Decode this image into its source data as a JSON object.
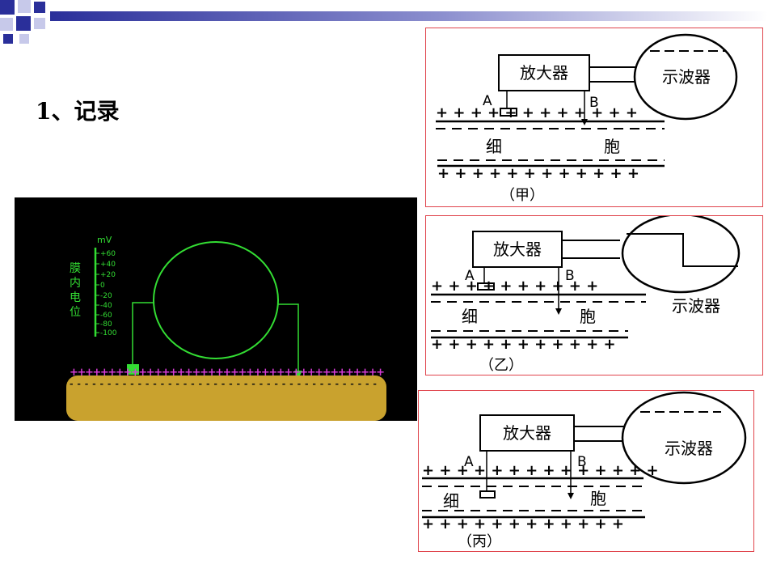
{
  "slide": {
    "title": "1、记录"
  },
  "animation": {
    "unit": "mV",
    "axis_label": [
      "膜",
      "内",
      "电",
      "位"
    ],
    "ticks": [
      "+60",
      "+40",
      "+20",
      "0",
      "-20",
      "-40",
      "-60",
      "-80",
      "-100"
    ],
    "charge_top": "+ + + + + + + + + + + + + + + + + + + + + + + + + + + + + + + + + + + + + + + + +",
    "charge_inner": "- - - - - - - - - - - - - - - - - - - - - - - - - - - - - - - - - - - - - - - - -"
  },
  "panels": [
    {
      "amplifier": "放大器",
      "oscilloscope": "示波器",
      "electrode_a": "A",
      "electrode_b": "B",
      "cell_left": "细",
      "cell_right": "胞",
      "caption": "（甲）"
    },
    {
      "amplifier": "放大器",
      "oscilloscope": "示波器",
      "electrode_a": "A",
      "electrode_b": "B",
      "cell_left": "细",
      "cell_right": "胞",
      "caption": "（乙）"
    },
    {
      "amplifier": "放大器",
      "oscilloscope": "示波器",
      "electrode_a": "A",
      "electrode_b": "B",
      "cell_left": "细",
      "cell_right": "胞",
      "caption": "（丙）"
    }
  ],
  "colors": {
    "accent_blue": "#2a2f9a",
    "panel_border": "#e0444c",
    "trace_green": "#33dd33",
    "cell_fill": "#c9a22e",
    "charge_magenta": "#d63bd6"
  }
}
